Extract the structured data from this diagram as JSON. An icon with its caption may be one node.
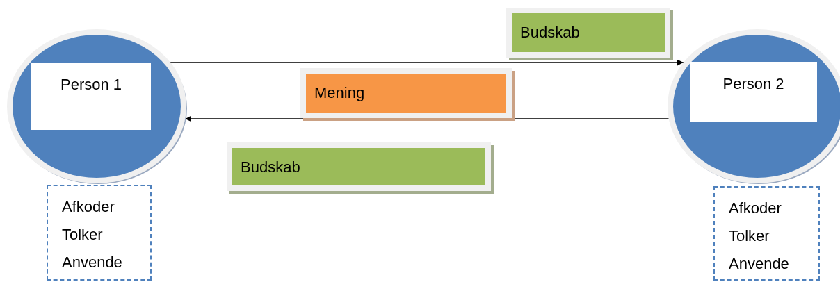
{
  "diagram": {
    "nodes": [
      {
        "text": [],
        "shape": "circle"
      },
      {
        "text": [
          "Person 1"
        ],
        "in": 0
      },
      {
        "text": [
          "Afkoder",
          "Tolker",
          "Anvende"
        ]
      },
      {
        "text": [
          "Budskab"
        ]
      },
      {
        "text": [
          "Mening"
        ]
      },
      {
        "text": [
          "Budskab"
        ]
      },
      {
        "text": [],
        "shape": "circle"
      },
      {
        "text": [
          "Person 2"
        ],
        "in": 6
      },
      {
        "text": [
          "Afkoder",
          "Tolker",
          "Anvende"
        ]
      }
    ],
    "edges": [
      {
        "from": 0,
        "to": 6,
        "arrow": "to"
      },
      {
        "from": 6,
        "to": 0,
        "arrow": "to"
      }
    ]
  }
}
